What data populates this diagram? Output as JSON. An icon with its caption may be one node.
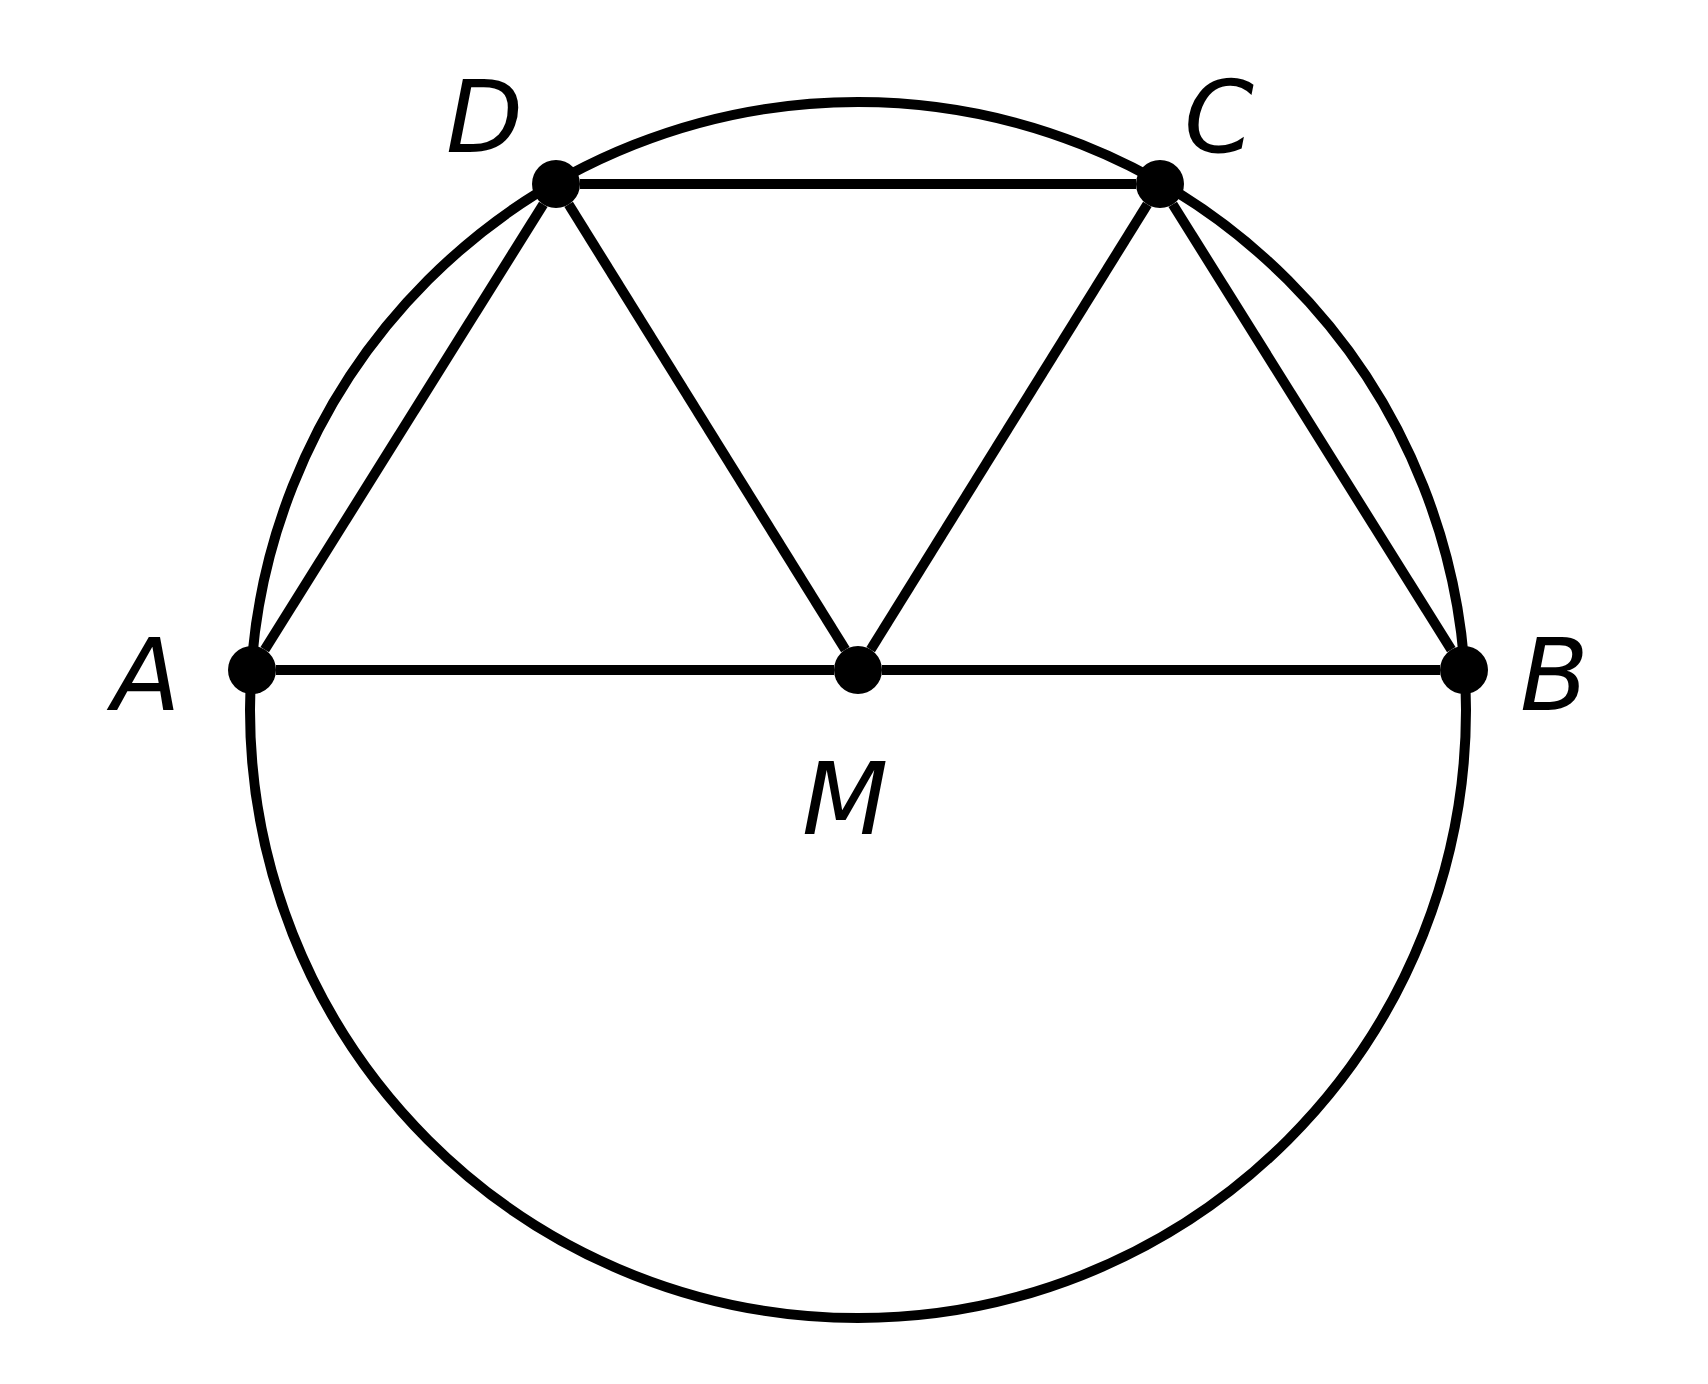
{
  "diagram": {
    "nodes": [
      {
        "text": [
          "D"
        ]
      },
      {
        "text": [
          "C"
        ]
      },
      {
        "text": [
          "A"
        ]
      },
      {
        "text": [
          "M"
        ]
      },
      {
        "text": [
          "B"
        ]
      }
    ],
    "edges": [
      {
        "from": 0,
        "to": 1,
        "arrow": "none"
      },
      {
        "from": 2,
        "to": 0,
        "arrow": "none"
      },
      {
        "from": 0,
        "to": 3,
        "arrow": "none"
      },
      {
        "from": 3,
        "to": 1,
        "arrow": "none"
      },
      {
        "from": 1,
        "to": 4,
        "arrow": "none"
      },
      {
        "from": 2,
        "to": 3,
        "arrow": "none"
      },
      {
        "from": 3,
        "to": 4,
        "arrow": "none"
      }
    ]
  }
}
